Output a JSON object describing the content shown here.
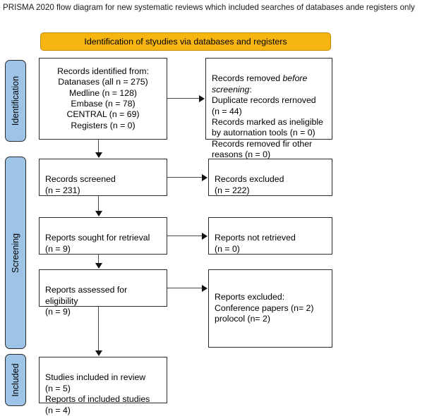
{
  "title": "PRISMA 2020 flow diagram for new systematic reviews which included searches of databases ande registers only",
  "colors": {
    "stage_fill": "#9DC3E6",
    "stage_border": "#2B2B2B",
    "banner_fill": "#F6B511",
    "banner_border": "#C08A0A",
    "box_border": "#2B2B2B",
    "connector": "#4A4A4A"
  },
  "stages": [
    {
      "id": "identification",
      "label": "Identification"
    },
    {
      "id": "screening",
      "label": "Screening"
    },
    {
      "id": "included",
      "label": "Included"
    }
  ],
  "banner": {
    "label": "Identification of styudies via databases and registers"
  },
  "boxes": {
    "records_identified": {
      "lines": "Records identified from:\nDatanases (all n = 275)\n    Medline (n = 128)\n    Embase (n = 78)\n    CENTRAL (n = 69)\nRegisters (n = 0)"
    },
    "records_removed": {
      "lead_before": "Records removed ",
      "lead_emph": "before screening",
      "lead_after": ":",
      "items": "    Duplicate records rernoved\n    (n = 44)\n    Records marked as ineligible\n    by autornation tools (n = 0)\n    Records removed fir other\n    reasons (n = 0)"
    },
    "records_screened": {
      "lines": "Records screened\n(n = 231)"
    },
    "records_excluded": {
      "lines": "Records excluded\n(n = 222)"
    },
    "reports_sought": {
      "lines": "Reports sought for retrieval\n(n = 9)"
    },
    "reports_not_retrieved": {
      "lines": "Reports not retrieved\n(n = 0)"
    },
    "reports_assessed": {
      "lines": "Reports assessed for eligibility\n(n = 9)"
    },
    "reports_excluded": {
      "lines": "Reports excluded:\n    Conference papers (n= 2)\n    prolocol (n= 2)"
    },
    "studies_included": {
      "lines": "Studies included in review\n(n = 5)\nReports of included studies\n(n = 4)"
    }
  }
}
